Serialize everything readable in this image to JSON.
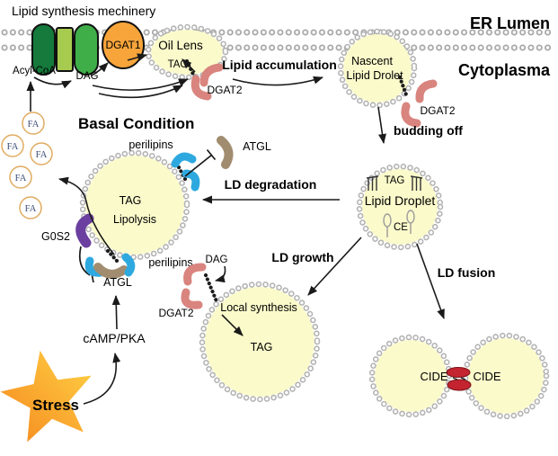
{
  "diagram": {
    "title": "Lipid synthesis mechinery",
    "compartments": {
      "er_lumen": "ER Lumen",
      "cytoplasma": "Cytoplasma"
    },
    "synthesis": {
      "acyl_coa": "Acyl-CoA",
      "dag": "DAG",
      "dgat1": "DGAT1",
      "oil_lens": "Oil Lens",
      "tag": "TAG",
      "dgat2": "DGAT2",
      "lipid_accumulation": "Lipid accumulation"
    },
    "nascent": {
      "name_line1": "Nascent",
      "name_line2": "Lipid Drolet",
      "dgat2": "DGAT2",
      "budding_off": "budding off"
    },
    "lipid_droplet": {
      "name": "Lipid Droplet",
      "tag": "TAG",
      "ce": "CE"
    },
    "processes": {
      "degradation": "LD degradation",
      "growth": "LD growth",
      "fusion": "LD fusion"
    },
    "basal": {
      "heading": "Basal Condition",
      "perilipins_top": "perilipins",
      "atgl_top": "ATGL",
      "tag": "TAG",
      "lipolysis": "Lipolysis",
      "g0s2": "G0S2",
      "perilipins_bottom": "perilipins",
      "atgl_bottom": "ATGL",
      "fa": "FA"
    },
    "signaling": {
      "camp_pka": "cAMP/PKA",
      "stress": "Stress"
    },
    "growth_site": {
      "dag": "DAG",
      "dgat2": "DGAT2",
      "local_synthesis": "Local synthesis",
      "tag": "TAG"
    },
    "fusion_site": {
      "cide_left": "CIDE",
      "cide_right": "CIDE"
    },
    "colors": {
      "droplet_fill": "#FBFACB",
      "membrane_gray": "#A9A9A9",
      "dgat1_orange": "#F7A53B",
      "dgat2_salmon": "#D9847E",
      "perilipin_blue": "#2EA9E0",
      "atgl_brown": "#A18C70",
      "g0s2_purple": "#6B3FA0",
      "cide_red": "#C42430",
      "green_dark": "#157A3B",
      "green_light": "#A7CB4F",
      "green_mid": "#3FAE49",
      "star_orange": "#F5871E",
      "star_yellow": "#FFD245",
      "fa_outline": "#E0AC61",
      "fa_text": "#3D4E78"
    }
  }
}
